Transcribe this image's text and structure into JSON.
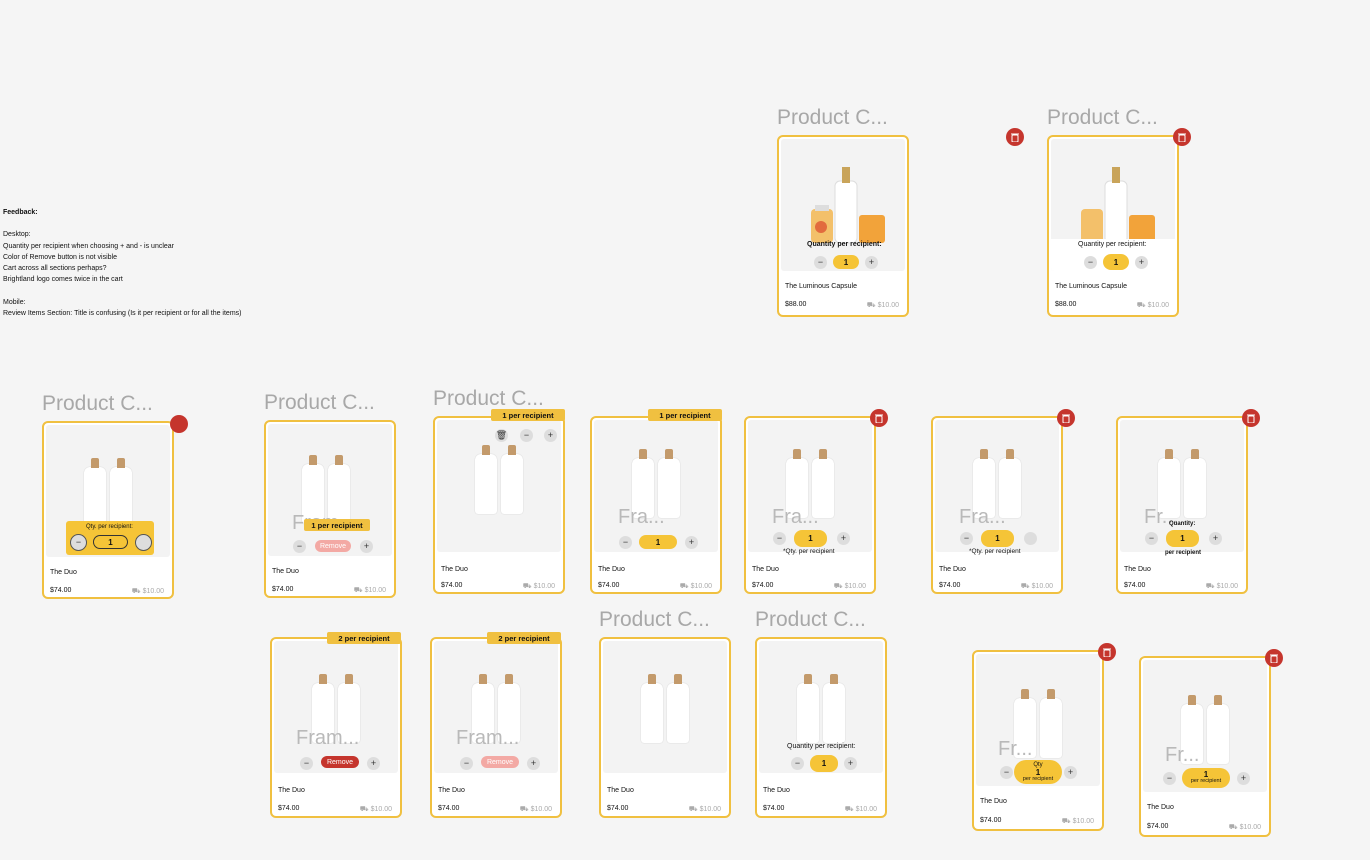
{
  "feedback": {
    "heading": "Feedback:",
    "desktop_heading": "Desktop:",
    "desktop_items": [
      "Quantity per recipient when choosing + and - is unclear",
      "Color of Remove button is not visible",
      "Cart across all sections perhaps?",
      "Brightland logo comes twice in the cart"
    ],
    "mobile_heading": "Mobile:",
    "mobile_items": [
      "Review Items Section: Title is confusing (Is it per recipient or for all the items)"
    ]
  },
  "labels": {
    "frame_title": "Product C...",
    "ghost_frame": "Fram...",
    "ghost_fra": "Fra...",
    "ghost_fr": "Fr...",
    "duo": "The Duo",
    "capsule": "The Luminous Capsule",
    "duo_price": "$74.00",
    "capsule_price": "$88.00",
    "shipping": "$10.00",
    "qty_per_recipient": "Quantity per recipient:",
    "qty_per_recipient_short": "Qty. per recipient:",
    "qty_per_recipient_note": "*Qty. per recipient",
    "quantity_colon": "Quantity:",
    "per_recipient": "per recipient",
    "qty": "Qty",
    "one_per_recipient": "1 per recipient",
    "two_per_recipient": "2 per recipient",
    "remove": "Remove",
    "value": "1",
    "minus": "−",
    "plus": "+"
  },
  "colors": {
    "accent": "#f0c040",
    "pill": "#f5c437",
    "danger": "#c5352d",
    "remove_light": "#f3a9a4"
  }
}
